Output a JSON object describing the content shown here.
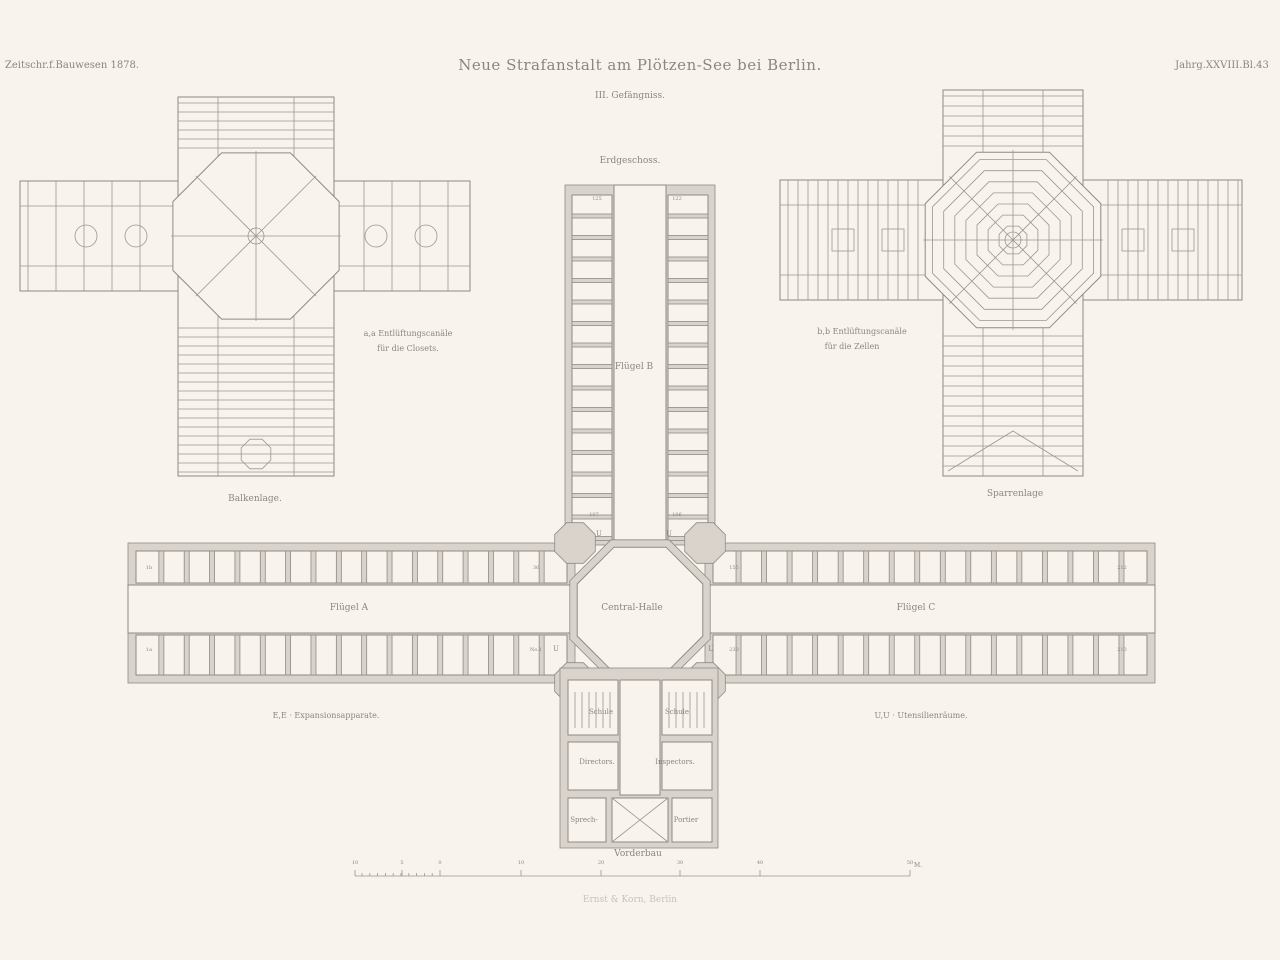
{
  "header": {
    "journal": "Zeitschr.f.Bauwesen 1878.",
    "title": "Neue Strafanstalt am Plötzen-See bei Berlin.",
    "plate": "Jahrg.XXVIII.Bl.43",
    "subtitle": "III. Gefängniss."
  },
  "plans": {
    "ground_floor": "Erdgeschoss.",
    "beam_layout": "Balkenlage.",
    "rafter_layout": "Sparrenlage",
    "note_a_line1": "a,a Entlüftungscanäle",
    "note_a_line2": "für die Closets.",
    "note_b_line1": "b,b Entlüftungscanäle",
    "note_b_line2": "für die Zellen"
  },
  "rooms": {
    "wing_a": "Flügel A",
    "wing_b": "Flügel B",
    "wing_c": "Flügel C",
    "central_hall": "Central-Halle",
    "school_left": "Schule",
    "school_right": "Schule",
    "directors": "Directors.",
    "inspectors": "Inspectors.",
    "speaking": "Sprech-",
    "porter": "Portier",
    "front_building": "Vorderbau",
    "cell_numbers": [
      "1b",
      "36",
      "1a",
      "No.1",
      "125",
      "122",
      "107",
      "106",
      "155",
      "212",
      "230",
      "213"
    ],
    "u_marks": "U"
  },
  "legend": {
    "expansion": "E,E · Expansionsapparate.",
    "utensils": "U,U · Utensilienräume."
  },
  "scale": {
    "ticks": [
      "10",
      "5",
      "0",
      "10",
      "20",
      "30",
      "40",
      "50"
    ],
    "unit": "M."
  },
  "footer": {
    "printer": "Ernst & Korn, Berlin"
  },
  "colors": {
    "paper": "#f8f3ec",
    "ink": "#8f8a85",
    "wall": "#d9d3cc"
  }
}
